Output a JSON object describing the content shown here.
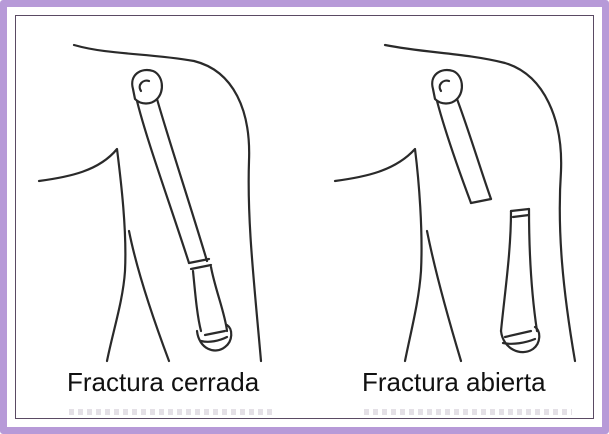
{
  "captions": {
    "left": "Fractura cerrada",
    "right": "Fractura abierta"
  },
  "colors": {
    "border": "#b79ad8",
    "inner_border": "#5a4a63",
    "line": "#2a2a2a",
    "background": "#ffffff"
  },
  "figures": [
    {
      "name": "closed-fracture-arm",
      "icon": "arm-bone-closed-fracture"
    },
    {
      "name": "open-fracture-arm",
      "icon": "arm-bone-open-fracture"
    }
  ]
}
